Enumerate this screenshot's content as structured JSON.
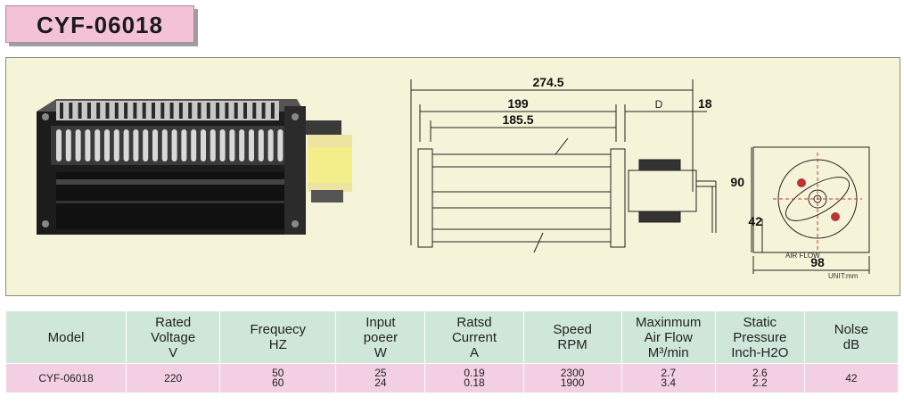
{
  "title": "CYF-06018",
  "drawing": {
    "dim_overall": "274.5",
    "dim_199": "199",
    "dim_185": "185.5",
    "dim_d": "D",
    "dim_18": "18",
    "dim_90": "90",
    "dim_42": "42",
    "dim_98": "98",
    "air_flow": "AIR FLOW",
    "unit": "UNIT:mm"
  },
  "table": {
    "headers": [
      [
        "Model"
      ],
      [
        "Rated",
        "Voltage",
        "V"
      ],
      [
        "Frequecy",
        "HZ"
      ],
      [
        "Input",
        "poeer",
        "W"
      ],
      [
        "Ratsd",
        "Current",
        "A"
      ],
      [
        "Speed",
        "RPM"
      ],
      [
        "Maxinmum",
        "Air Flow",
        "M³/min"
      ],
      [
        "Static",
        "Pressure",
        "Inch-H2O"
      ],
      [
        "Nolse",
        "dB"
      ]
    ],
    "row": {
      "model": "CYF-06018",
      "voltage": "220",
      "freq1": "50",
      "freq2": "60",
      "power1": "25",
      "power2": "24",
      "current1": "0.19",
      "current2": "0.18",
      "speed1": "2300",
      "speed2": "1900",
      "air1": "2.7",
      "air2": "3.4",
      "pres1": "2.6",
      "pres2": "2.2",
      "noise": "42"
    }
  }
}
